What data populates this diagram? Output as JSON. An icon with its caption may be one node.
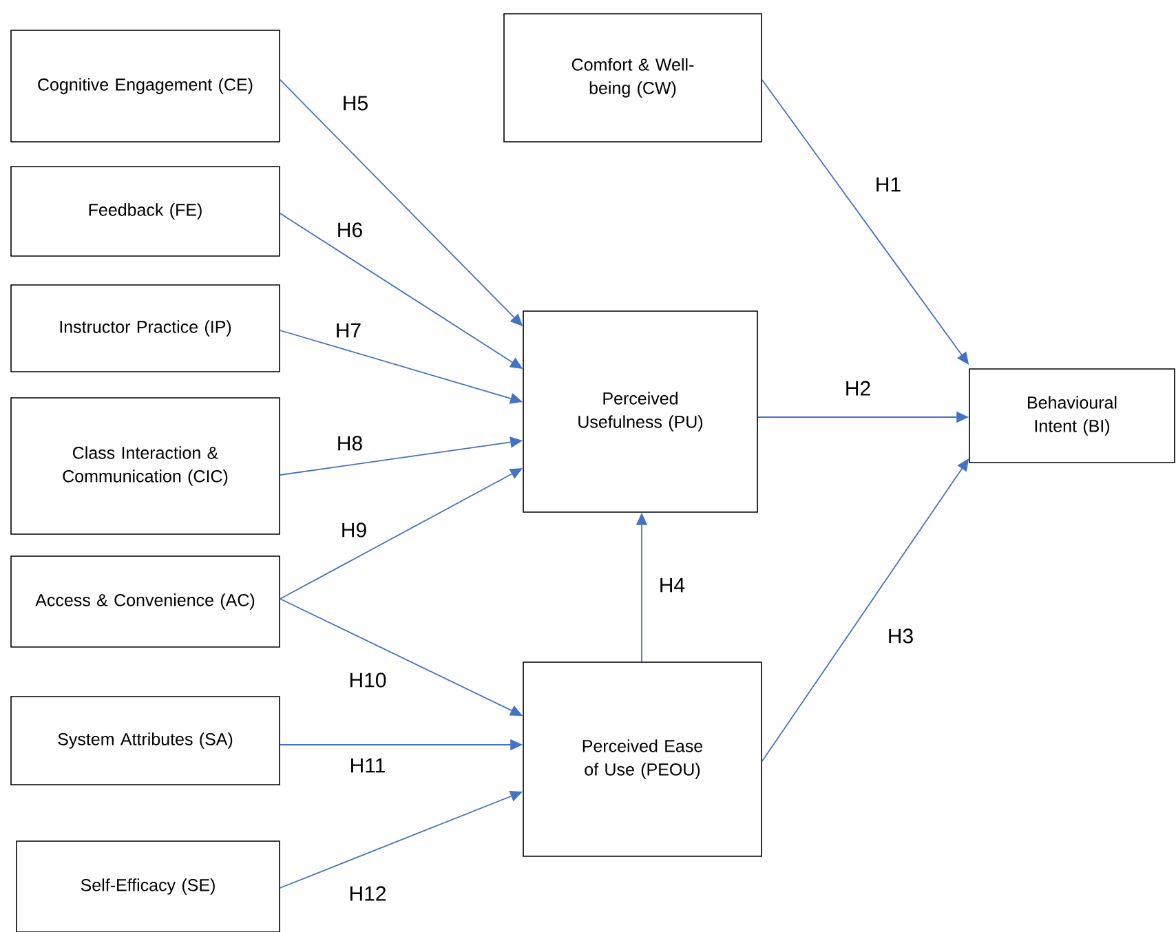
{
  "diagram": {
    "nodes": [
      {
        "text": [
          "Cognitive Engagement (CE)"
        ]
      },
      {
        "text": [
          "Feedback (FE)"
        ]
      },
      {
        "text": [
          "Instructor Practice (IP)"
        ]
      },
      {
        "text": [
          "Class Interaction & Communication (CIC)"
        ]
      },
      {
        "text": [
          "Access & Convenience (AC)"
        ]
      },
      {
        "text": [
          "System Attributes (SA)"
        ]
      },
      {
        "text": [
          "Self-Efficacy (SE)"
        ]
      },
      {
        "text": [
          "Comfort & Well-being (CW)"
        ]
      },
      {
        "text": [
          "Perceived Usefulness (PU)"
        ]
      },
      {
        "text": [
          "Perceived Ease of Use (PEOU)"
        ]
      },
      {
        "text": [
          "Behavioural Intent (BI)"
        ]
      }
    ],
    "edges": [
      {
        "from": 7,
        "to": 10,
        "arrow": "to",
        "label": "H1"
      },
      {
        "from": 8,
        "to": 10,
        "arrow": "to",
        "label": "H2"
      },
      {
        "from": 9,
        "to": 10,
        "arrow": "to",
        "label": "H3"
      },
      {
        "from": 9,
        "to": 8,
        "arrow": "to",
        "label": "H4"
      },
      {
        "from": 0,
        "to": 8,
        "arrow": "to",
        "label": "H5"
      },
      {
        "from": 1,
        "to": 8,
        "arrow": "to",
        "label": "H6"
      },
      {
        "from": 2,
        "to": 8,
        "arrow": "to",
        "label": "H7"
      },
      {
        "from": 3,
        "to": 8,
        "arrow": "to",
        "label": "H8"
      },
      {
        "from": 4,
        "to": 8,
        "arrow": "to",
        "label": "H9"
      },
      {
        "from": 4,
        "to": 9,
        "arrow": "to",
        "label": "H10"
      },
      {
        "from": 5,
        "to": 9,
        "arrow": "to",
        "label": "H11"
      },
      {
        "from": 6,
        "to": 9,
        "arrow": "to",
        "label": "H12"
      }
    ]
  }
}
